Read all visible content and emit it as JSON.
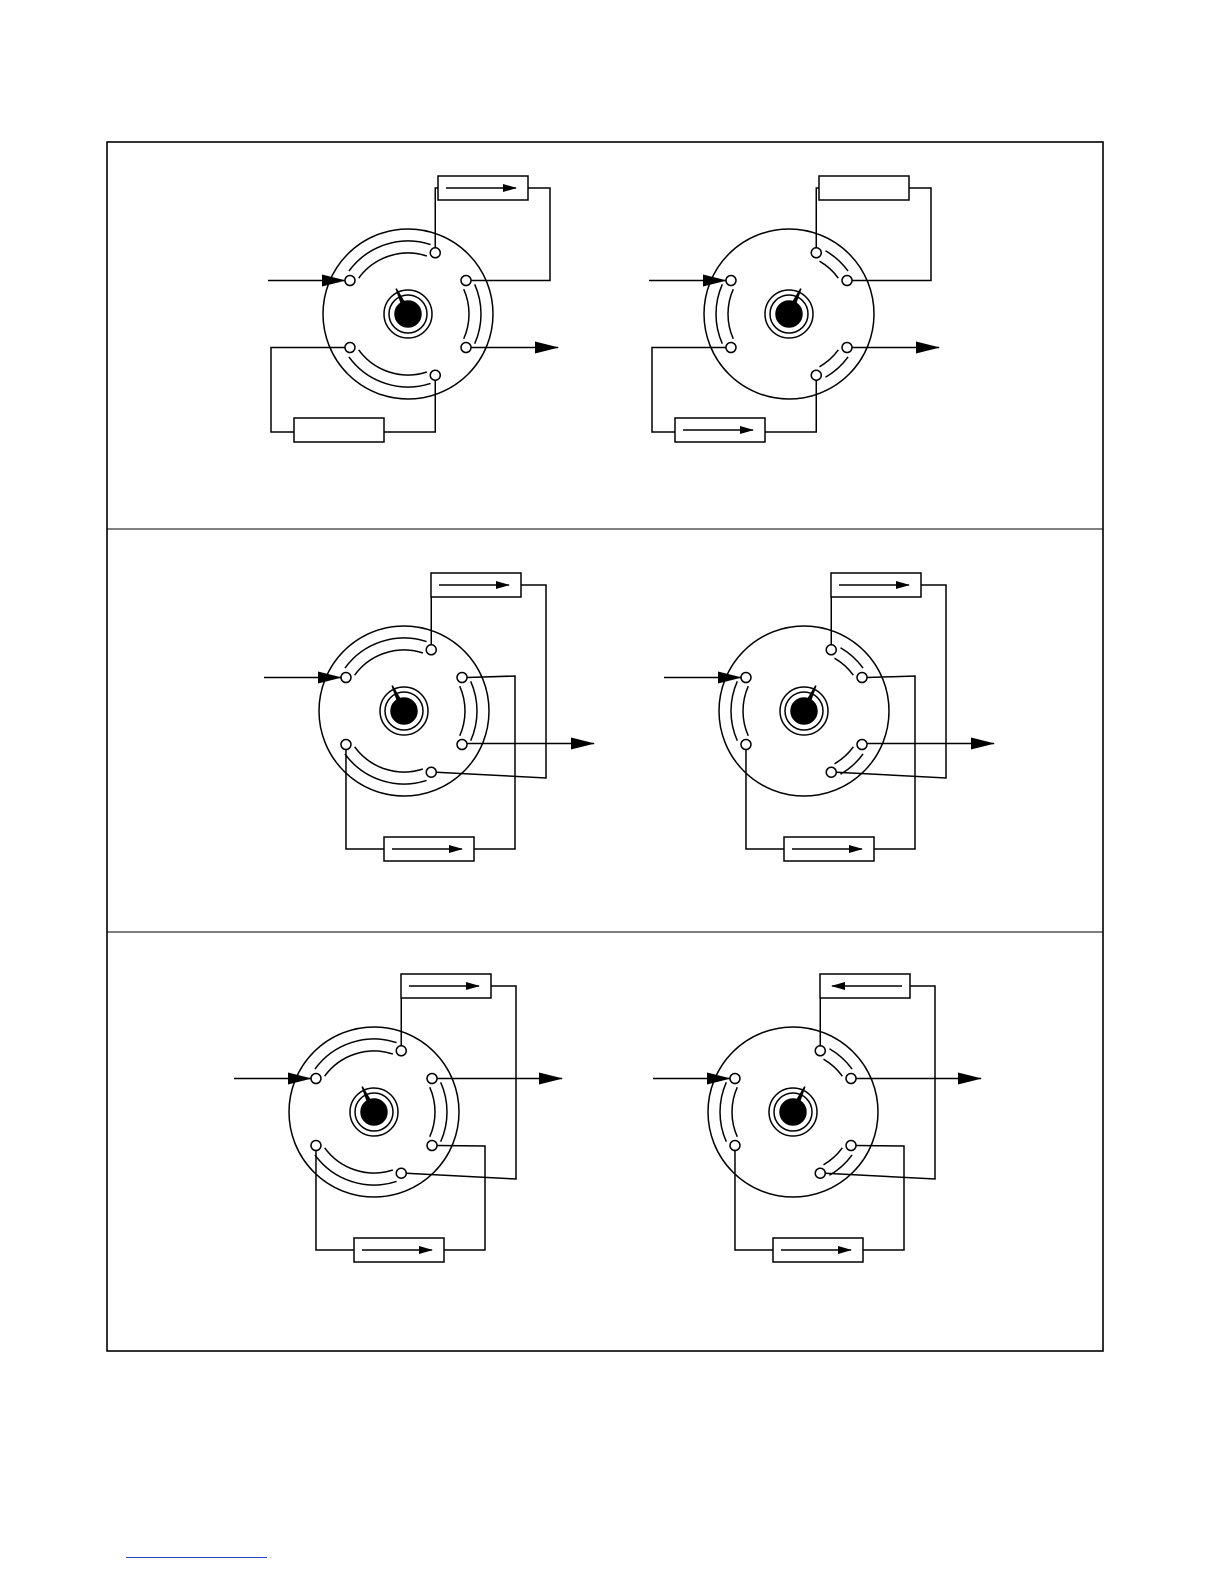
{
  "figure": {
    "panels": [
      {
        "rows": [
          {
            "valves": [
              {
                "position": "fill",
                "pairs": [
                  "top-left",
                  "right",
                  "bottom-left"
                ],
                "top_loop": "left-connected",
                "top_loop_arrow": true,
                "bottom_loop_arrow": false,
                "top_shared": false,
                "bottom_shared": false
              },
              {
                "position": "inject",
                "pairs": [
                  "top-right",
                  "left",
                  "bottom-right"
                ],
                "top_loop": "left-connected",
                "top_loop_arrow": false,
                "bottom_loop_arrow": true,
                "top_shared": false,
                "bottom_shared": false
              }
            ]
          }
        ]
      },
      {
        "rows": [
          {
            "valves": [
              {
                "position": "fill",
                "pairs": [
                  "top-left",
                  "right",
                  "bottom-left"
                ],
                "top_loop_arrow": true,
                "bottom_loop_arrow": true
              },
              {
                "position": "inject",
                "pairs": [
                  "top-right",
                  "left",
                  "bottom-right"
                ],
                "top_loop_arrow": true,
                "bottom_loop_arrow": true
              }
            ]
          }
        ]
      },
      {
        "rows": [
          {
            "valves": [
              {
                "position": "fill",
                "pairs": [
                  "top-left",
                  "right",
                  "bottom-left"
                ],
                "top_loop_arrow_direction": "right",
                "bottom_loop_arrow_direction": "right"
              },
              {
                "position": "inject",
                "pairs": [
                  "top-right",
                  "left",
                  "bottom-right"
                ],
                "top_loop_arrow_direction": "left",
                "bottom_loop_arrow_direction": "right"
              }
            ]
          }
        ]
      }
    ]
  },
  "colors": {
    "line": "#000000",
    "background": "#ffffff",
    "footnote_rule": "#3344cc"
  }
}
